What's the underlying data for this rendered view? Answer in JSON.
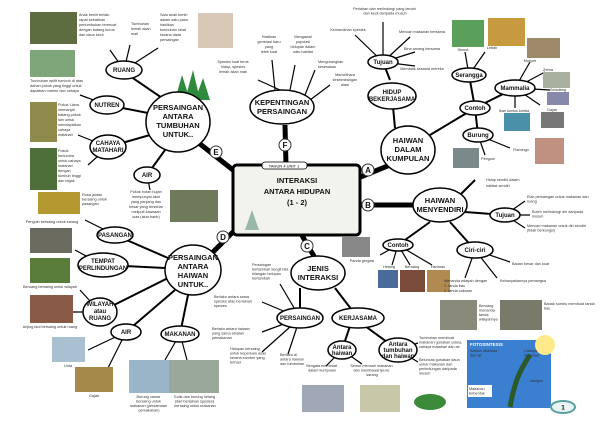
{
  "central": {
    "unit": "TAHUN 4 UNIT 1",
    "title1": "INTERAKSI",
    "title2": "ANTARA HIDUPAN",
    "title3": "(1 - 2)"
  },
  "letters": {
    "a": "A",
    "b": "B",
    "c": "C",
    "d": "D",
    "e": "E",
    "f": "F"
  },
  "tumbuhan": {
    "l1": "PERSAINGAN",
    "l2": "ANTARA",
    "l3": "TUMBUHAN",
    "l4": "UNTUK..",
    "ruang": "RUANG",
    "nutren": "NUTREN",
    "cahaya1": "CAHAYA",
    "cahaya2": "MATAHARI",
    "air": "AIR",
    "ruang_notes": [
      "Anak benih terlalu",
      "rapat sebabkan",
      "pertumbuhan terencat",
      "dengan batang kurus",
      "dan daun kecil"
    ],
    "ruang_notes2": [
      "Tumbuhan",
      "lemah akan",
      "mati"
    ],
    "ruang_notes3": [
      "Satu anak benih",
      "dalam satu pasu",
      "hasilkan",
      "tumbuhan sihat",
      "kerana tiada",
      "persaingan"
    ],
    "nutren_notes": [
      "Tumbuhan epifit tumbuh di atas",
      "dahan pokok yang tinggi untuk",
      "dapatkan nutrien dan cahaya"
    ],
    "cahaya_notes": [
      "Pokok Liana",
      "memanjat",
      "batang pokok",
      "lain untuk",
      "mendapatkan",
      "cahaya",
      "matahari"
    ],
    "cahaya_notes2": [
      "Pokok",
      "berlumba",
      "untuk cahaya",
      "matahari",
      "dengan",
      "tumbuh tinggi",
      "dan tegak"
    ],
    "air_notes": [
      "Pokok hutan hujan",
      "mempunyai akar",
      "yang panjang dan",
      "besar yang tersebar",
      "meliputi kawasan",
      "luas (akar banir)"
    ]
  },
  "kepentingan": {
    "l1": "KEPENTINGAN",
    "l2": "PERSAINGAN",
    "n1": [
      "Spesies kuat terus",
      "hidup, spesies",
      "lemah akan mati"
    ],
    "n2": [
      "Hasilkan",
      "generasi baru",
      "yang",
      "lebih kuat"
    ],
    "n3": [
      "Mengawal",
      "populasi",
      "hidupan dalam",
      "satu habitat"
    ],
    "n4": [
      "Mengurangkan",
      "kesesakan"
    ],
    "n5": [
      "Memelihara",
      "keseimbangan",
      "alam"
    ]
  },
  "kumpulan": {
    "l1": "HAIWAN",
    "l2": "DALAM",
    "l3": "KUMPULAN",
    "bekerjasama1": "HIDUP",
    "bekerjasama2": "BEKERJASAMA",
    "tujuan": "Tujuan",
    "tujuan_notes": [
      "Kemandirian spesies",
      "Perlahan dan melindungi yang lemah dan kecil daripada musuh",
      "Mencari makanan bersama",
      "Bina sarang bersama",
      "Membaik sesama mereka"
    ],
    "contoh": "Contoh",
    "serangga": "Serangga",
    "mammalia": "Mammalia",
    "burung": "Burung",
    "animals": [
      "Semut",
      "Lebah",
      "Monyet",
      "Zebra",
      "Seladang",
      "Gajah",
      "Ikan lumba-lumba",
      "Flamingo",
      "Penguin"
    ]
  },
  "menyendiri": {
    "l1": "HAIWAN",
    "l2": "MENYENDIRI",
    "hidup": [
      "Hidup sendiri dalam",
      "habitat sendiri"
    ],
    "tujuan": "Tujuan",
    "tujuan_notes": [
      "Elak persaingan untuk makanan dan ruang",
      "Boleh melindungi diri daripada musuh",
      "Mencari makanan untuk diri sendiri (tidak berkongsi)"
    ],
    "contoh": "Contoh",
    "contoh_items": [
      "Panda gergasi",
      "Helang",
      "Beruang",
      "Harimau"
    ],
    "ciri": "Ciri-ciri",
    "ciri_notes": [
      "Badan besar dan kuat",
      "Kebanyakannya pemangsa",
      "Menanda wilayah dengan",
      "1. tanda bau",
      "2. tanda cakaran"
    ],
    "img_notes": [
      "Beruang menanda tanda wilayahnya",
      "Badak sumbu membuat tanda bau"
    ]
  },
  "jenis": {
    "l1": "JENIS",
    "l2": "INTERAKSI",
    "kerjasama": "KERJASAMA",
    "persaingan": "PERSAINGAN",
    "antara_haiwan1": "Antara",
    "antara_haiwan2": "haiwan",
    "antara_th1": "Antara",
    "antara_th2": "tumbuhan",
    "antara_th3": "dan haiwan",
    "notes": [
      "Sengata membuat dalam kumpulan",
      "Semut mencari makanan dan membawanya ke sarang",
      "Tumbuhan membuat makanan gunakan udara, cahaya matahari dan air",
      "Beluncas gunakan daun untuk makanan dan perlindungan daripada musuh"
    ],
    "persaingan_notes": [
      "Persaingan bertambah sengit bila bilangan hidupan bertambah",
      "Berlaku antara sama spesies atau berlainan spesies",
      "Berlaku antara haiwan yang sama amalan pemakanan",
      "Hidupan bersaing untuk keperluan asas kerana sumber yang terhad",
      "Berlaku di antara haiwan dan tumbuhan"
    ]
  },
  "haiwan": {
    "l1": "PERSAINGAN",
    "l2": "ANTARA",
    "l3": "HAIWAN",
    "l4": "UNTUK..",
    "pasangan": "PASANGAN",
    "tempat1": "TEMPAT",
    "tempat2": "PERLINDUNGAN",
    "wilayah1": "WILAYAH",
    "wilayah2": "atau",
    "wilayah3": "RUANG",
    "air": "AIR",
    "makanan": "MAKANAN",
    "notes": [
      "Rusa jantan bersaing untuk pasangan",
      "Penguin bersaing untuk sarang",
      "Beruang bersaing untuk wilayah",
      "Anjing laut bersaing untuk ruang",
      "Unta",
      "Gajah",
      "Burung camar bersaing untuk makanan (persamaan pemakanan)",
      "Gulls dan burung helang (dari berlainan spesies) bersaing untuk makanan"
    ]
  },
  "photo": {
    "title": "FOTOSINTESIS",
    "co2": "Karbon dioksida dan air",
    "cahaya": "Cahaya matahari",
    "oksigen": "oksigen",
    "makanan": "Makanan terbentuk"
  },
  "page": {
    "number": "1"
  },
  "colors": {
    "line": "#000000",
    "photo_bg": "#3a7fd0",
    "badge": "#5aa0a0"
  }
}
